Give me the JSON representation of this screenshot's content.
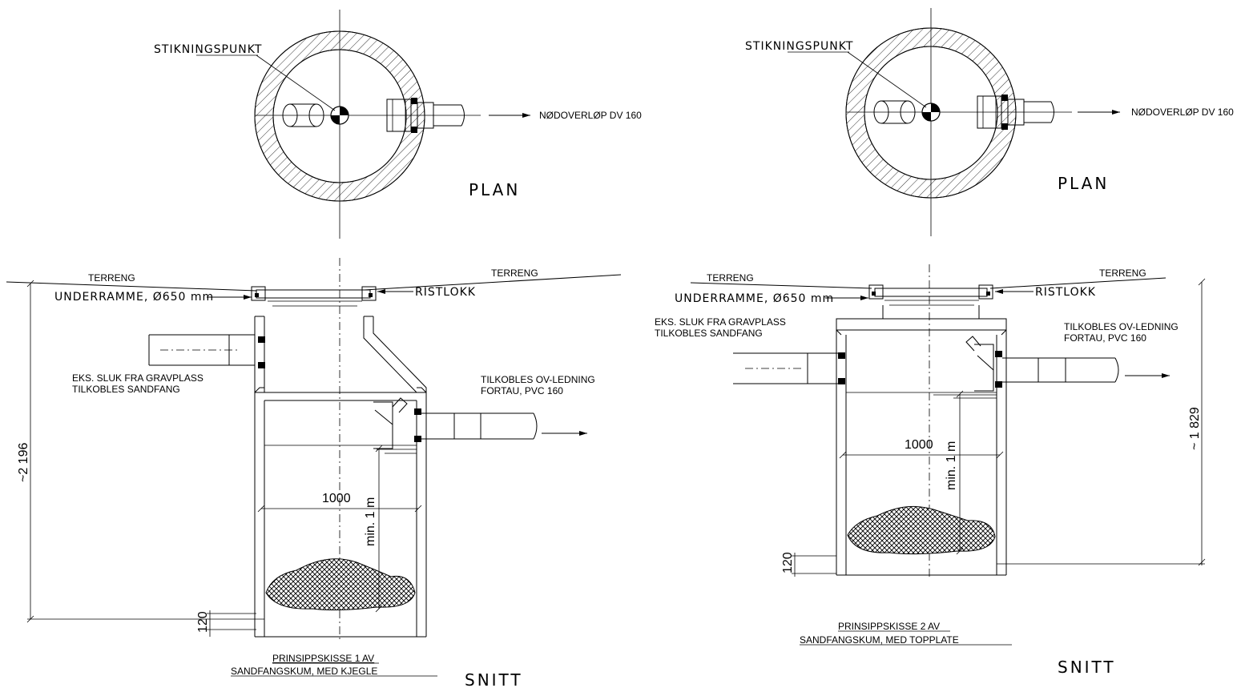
{
  "drawing_1": {
    "plan": {
      "stikningspunkt": "STIKNINGSPUNKT",
      "nodoverlop": "NØDOVERLØP DV 160",
      "view_label": "PLAN"
    },
    "section": {
      "terreng_left": "TERRENG",
      "terreng_right": "TERRENG",
      "underramme": "UNDERRAMME, Ø650 mm",
      "ristlokk": "RISTLOKK",
      "eks_line1": "EKS. SLUK FRA GRAVPLASS",
      "eks_line2": "TILKOBLES SANDFANG",
      "tilkobles_line1": "TILKOBLES OV-LEDNING",
      "tilkobles_line2": "FORTAU, PVC 160",
      "dim_width": "1000",
      "dim_min": "min. 1 m",
      "dim_height": "~2 196",
      "dim_bottom": "120",
      "title_line1": "PRINSIPPSKISSE 1 AV",
      "title_line2": "SANDFANGSKUM, MED KJEGLE",
      "view_label": "SNITT"
    }
  },
  "drawing_2": {
    "plan": {
      "stikningspunkt": "STIKNINGSPUNKT",
      "nodoverlop": "NØDOVERLØP DV 160",
      "view_label": "PLAN"
    },
    "section": {
      "terreng_left": "TERRENG",
      "terreng_right": "TERRENG",
      "underramme": "UNDERRAMME, Ø650 mm",
      "ristlokk": "RISTLOKK",
      "eks_line1": "EKS. SLUK FRA GRAVPLASS",
      "eks_line2": "TILKOBLES SANDFANG",
      "tilkobles_line1": "TILKOBLES OV-LEDNING",
      "tilkobles_line2": "FORTAU, PVC 160",
      "dim_width": "1000",
      "dim_min": "min. 1 m",
      "dim_height": "~ 1 829",
      "dim_bottom": "120",
      "title_line1": "PRINSIPPSKISSE 2 AV",
      "title_line2": "SANDFANGSKUM, MED TOPPLATE",
      "view_label": "SNITT"
    }
  }
}
